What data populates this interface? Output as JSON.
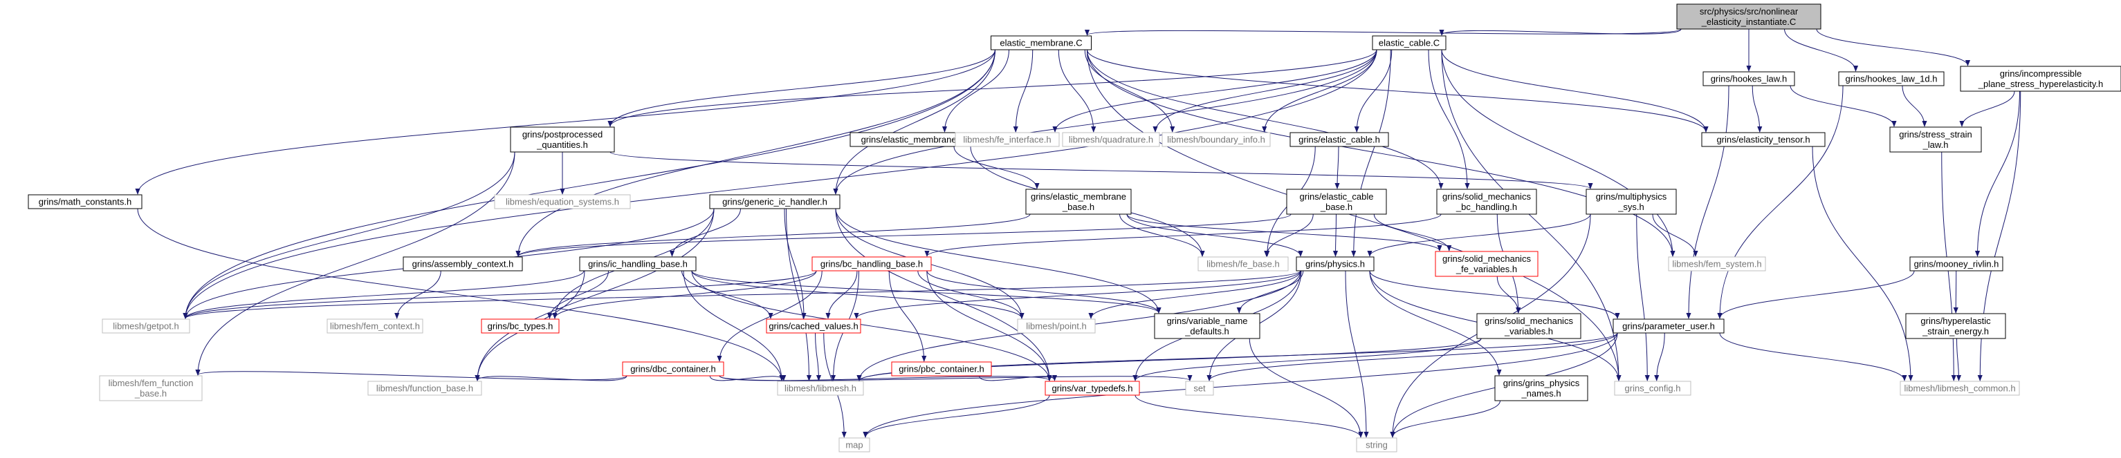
{
  "diagram": {
    "colors": {
      "edge": "#191970",
      "root_fill": "#bfbfbf",
      "normal_border": "#000000",
      "missing_border": "#bfbfbf",
      "missing_text": "#777777",
      "red_border": "#ff0000",
      "text": "#000000"
    },
    "nodes": [
      {
        "id": "root",
        "lines": [
          "src/physics/src/nonlinear",
          "_elasticity_instantiate.C"
        ],
        "style": "root"
      },
      {
        "id": "em_C",
        "lines": [
          "elastic_membrane.C"
        ],
        "style": "normal"
      },
      {
        "id": "ec_C",
        "lines": [
          "elastic_cable.C"
        ],
        "style": "normal"
      },
      {
        "id": "hookes",
        "lines": [
          "grins/hookes_law.h"
        ],
        "style": "normal"
      },
      {
        "id": "hookes1d",
        "lines": [
          "grins/hookes_law_1d.h"
        ],
        "style": "normal"
      },
      {
        "id": "incomp",
        "lines": [
          "grins/incompressible",
          "_plane_stress_hyperelasticity.h"
        ],
        "style": "normal"
      },
      {
        "id": "postproc",
        "lines": [
          "grins/postprocessed",
          "_quantities.h"
        ],
        "style": "normal"
      },
      {
        "id": "em_h",
        "lines": [
          "grins/elastic_membrane.h"
        ],
        "style": "normal"
      },
      {
        "id": "fe_iface",
        "lines": [
          "libmesh/fe_interface.h"
        ],
        "style": "missing"
      },
      {
        "id": "quad",
        "lines": [
          "libmesh/quadrature.h"
        ],
        "style": "missing"
      },
      {
        "id": "bndinfo",
        "lines": [
          "libmesh/boundary_info.h"
        ],
        "style": "missing"
      },
      {
        "id": "ec_h",
        "lines": [
          "grins/elastic_cable.h"
        ],
        "style": "normal"
      },
      {
        "id": "elast_tensor",
        "lines": [
          "grins/elasticity_tensor.h"
        ],
        "style": "normal"
      },
      {
        "id": "stress_strain",
        "lines": [
          "grins/stress_strain",
          "_law.h"
        ],
        "style": "normal"
      },
      {
        "id": "math_const",
        "lines": [
          "grins/math_constants.h"
        ],
        "style": "normal"
      },
      {
        "id": "eq_sys",
        "lines": [
          "libmesh/equation_systems.h"
        ],
        "style": "missing"
      },
      {
        "id": "generic_ic",
        "lines": [
          "grins/generic_ic_handler.h"
        ],
        "style": "normal"
      },
      {
        "id": "em_base",
        "lines": [
          "grins/elastic_membrane",
          "_base.h"
        ],
        "style": "normal"
      },
      {
        "id": "ec_base",
        "lines": [
          "grins/elastic_cable",
          "_base.h"
        ],
        "style": "normal"
      },
      {
        "id": "sm_bc",
        "lines": [
          "grins/solid_mechanics",
          "_bc_handling.h"
        ],
        "style": "normal"
      },
      {
        "id": "multiphys",
        "lines": [
          "grins/multiphysics",
          "_sys.h"
        ],
        "style": "normal"
      },
      {
        "id": "asm_ctx",
        "lines": [
          "grins/assembly_context.h"
        ],
        "style": "normal"
      },
      {
        "id": "ic_base",
        "lines": [
          "grins/ic_handling_base.h"
        ],
        "style": "normal"
      },
      {
        "id": "bc_base",
        "lines": [
          "grins/bc_handling_base.h"
        ],
        "style": "red"
      },
      {
        "id": "physics",
        "lines": [
          "grins/physics.h"
        ],
        "style": "normal"
      },
      {
        "id": "sm_fevars",
        "lines": [
          "grins/solid_mechanics",
          "_fe_variables.h"
        ],
        "style": "red"
      },
      {
        "id": "fe_base",
        "lines": [
          "libmesh/fe_base.h"
        ],
        "style": "missing"
      },
      {
        "id": "fem_sys",
        "lines": [
          "libmesh/fem_system.h"
        ],
        "style": "missing"
      },
      {
        "id": "mooney",
        "lines": [
          "grins/mooney_rivlin.h"
        ],
        "style": "normal"
      },
      {
        "id": "getpot",
        "lines": [
          "libmesh/getpot.h"
        ],
        "style": "missing"
      },
      {
        "id": "fem_ctx",
        "lines": [
          "libmesh/fem_context.h"
        ],
        "style": "missing"
      },
      {
        "id": "bc_types",
        "lines": [
          "grins/bc_types.h"
        ],
        "style": "red"
      },
      {
        "id": "cached",
        "lines": [
          "grins/cached_values.h"
        ],
        "style": "red"
      },
      {
        "id": "point",
        "lines": [
          "libmesh/point.h"
        ],
        "style": "missing"
      },
      {
        "id": "var_name",
        "lines": [
          "grins/variable_name",
          "_defaults.h"
        ],
        "style": "normal"
      },
      {
        "id": "sm_vars",
        "lines": [
          "grins/solid_mechanics",
          "_variables.h"
        ],
        "style": "normal"
      },
      {
        "id": "param_user",
        "lines": [
          "grins/parameter_user.h"
        ],
        "style": "normal"
      },
      {
        "id": "hyperelastic",
        "lines": [
          "grins/hyperelastic",
          "_strain_energy.h"
        ],
        "style": "normal"
      },
      {
        "id": "dbc",
        "lines": [
          "grins/dbc_container.h"
        ],
        "style": "red"
      },
      {
        "id": "pbc",
        "lines": [
          "grins/pbc_container.h"
        ],
        "style": "red"
      },
      {
        "id": "fem_func",
        "lines": [
          "libmesh/fem_function",
          "_base.h"
        ],
        "style": "missing"
      },
      {
        "id": "func_base",
        "lines": [
          "libmesh/function_base.h"
        ],
        "style": "missing"
      },
      {
        "id": "libmesh_h",
        "lines": [
          "libmesh/libmesh.h"
        ],
        "style": "missing"
      },
      {
        "id": "var_typedefs",
        "lines": [
          "grins/var_typedefs.h"
        ],
        "style": "red"
      },
      {
        "id": "set",
        "lines": [
          "set"
        ],
        "style": "missing"
      },
      {
        "id": "phys_names",
        "lines": [
          "grins/grins_physics",
          "_names.h"
        ],
        "style": "normal"
      },
      {
        "id": "grins_config",
        "lines": [
          "grins_config.h"
        ],
        "style": "missing"
      },
      {
        "id": "lm_common",
        "lines": [
          "libmesh/libmesh_common.h"
        ],
        "style": "missing"
      },
      {
        "id": "map",
        "lines": [
          "map"
        ],
        "style": "missing"
      },
      {
        "id": "string",
        "lines": [
          "string"
        ],
        "style": "missing"
      }
    ]
  }
}
